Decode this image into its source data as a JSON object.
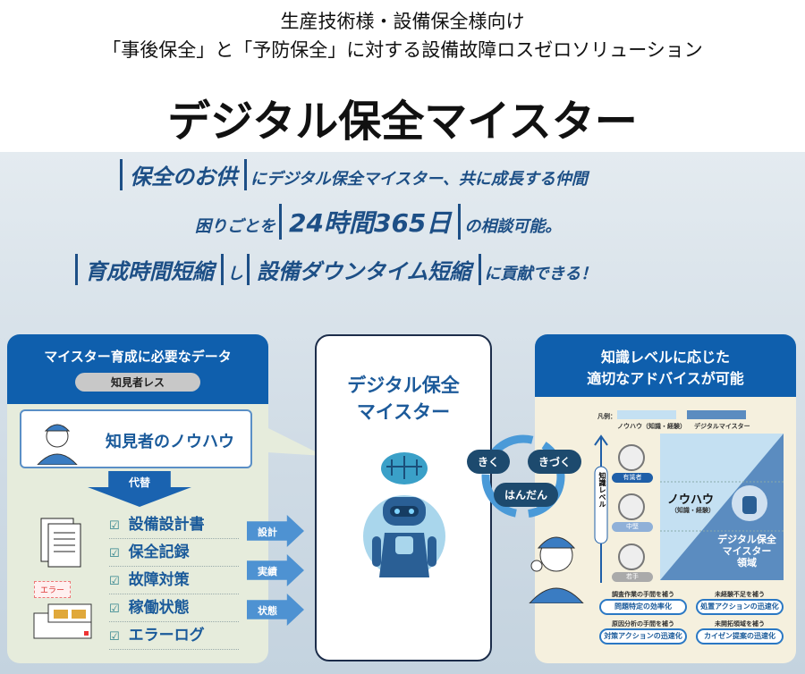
{
  "header": {
    "line1": "生産技術様・設備保全様向け",
    "line2": "「事後保全」と「予防保全」に対する設備故障ロスゼロソリューション",
    "title": "デジタル保全マイスター"
  },
  "slogans": {
    "s1": {
      "highlight": "保全のお供",
      "rest": "にデジタル保全マイスター、共に成長する仲間"
    },
    "s2": {
      "pre": "困りごとを",
      "highlight": "24時間365日",
      "rest": "の相談可能。"
    },
    "s3": {
      "h1": "育成時間短縮",
      "mid": "し",
      "h2": "設備ダウンタイム短縮",
      "rest": "に貢献できる！"
    }
  },
  "left": {
    "title": "マイスター育成に必要なデータ",
    "pill": "知見者レス",
    "knowhow": "知見者のノウハウ",
    "substitute": "代替",
    "error_label": "エラー",
    "items": [
      "設備設計書",
      "保全記録",
      "故障対策",
      "稼働状態",
      "エラーログ"
    ],
    "tags": [
      "設計",
      "実績",
      "状態"
    ]
  },
  "center": {
    "title_l1": "デジタル保全",
    "title_l2": "マイスター"
  },
  "cycle": [
    "きく",
    "きづく",
    "はんだん"
  ],
  "right": {
    "title_l1": "知識レベルに応じた",
    "title_l2": "適切なアドバイスが可能",
    "legend_label": "凡例：",
    "legend": [
      "ノウハウ（知識・経験）",
      "デジタルマイスター"
    ],
    "axis": "知識レベル",
    "levels": [
      "有識者",
      "中堅",
      "若手"
    ],
    "knowhow": "ノウハウ",
    "knowhow_sub": "（知識・経験）",
    "digital_l1": "デジタル保全",
    "digital_l2": "マイスター",
    "digital_l3": "領域",
    "benefits": [
      {
        "label": "調査作業の手間を補う",
        "value": "問題特定の効率化"
      },
      {
        "label": "未経験不足を補う",
        "value": "処置アクションの迅速化"
      },
      {
        "label": "原因分析の手間を補う",
        "value": "対策アクションの迅速化"
      },
      {
        "label": "未開拓領域を補う",
        "value": "カイゼン提案の迅速化"
      }
    ],
    "colors": {
      "knowhow": "#c4e0f2",
      "digital": "#5b8cc0"
    }
  }
}
